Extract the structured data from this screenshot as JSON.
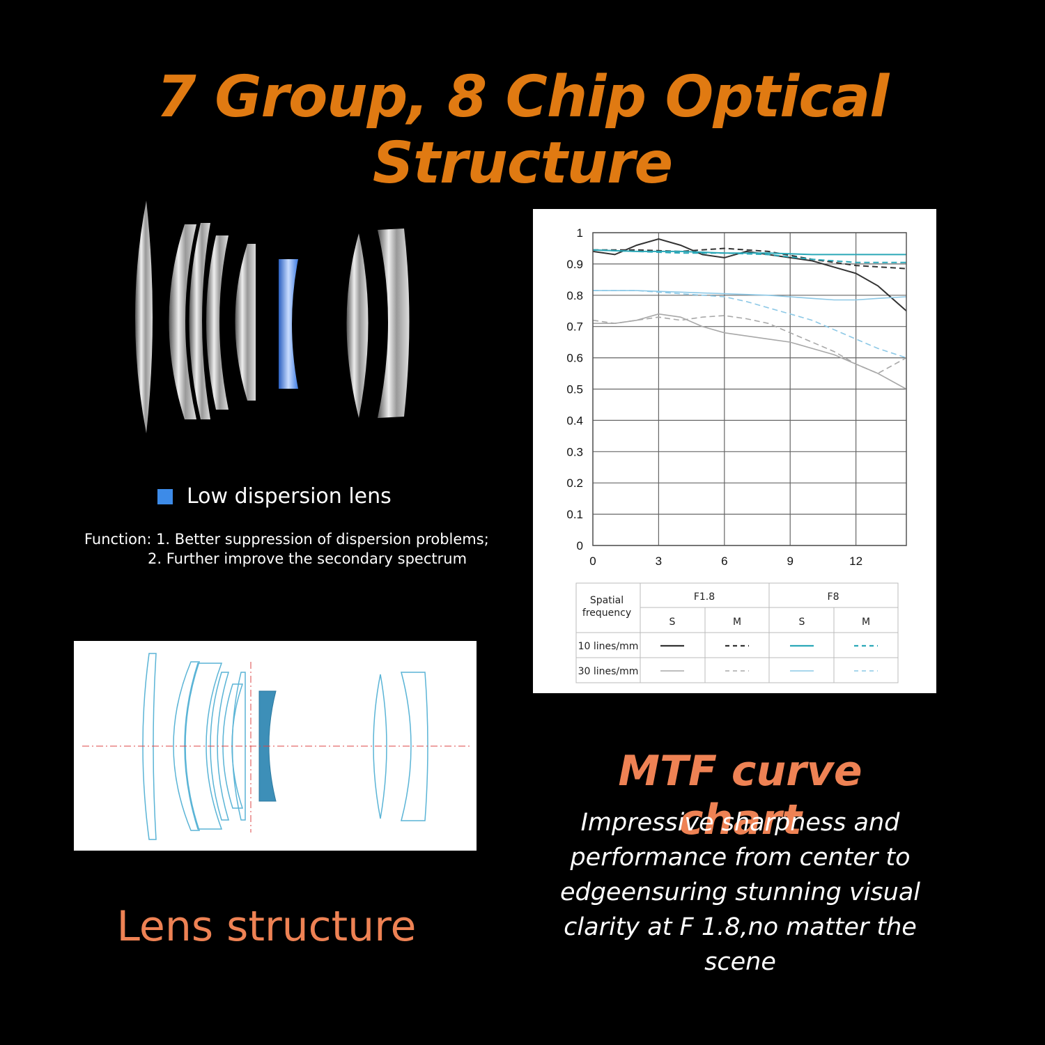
{
  "header": {
    "title": "7 Group, 8 Chip Optical Structure"
  },
  "legend": {
    "label": "Low dispersion lens",
    "swatch_color": "#3d8be8"
  },
  "function_note": {
    "line1": "Function: 1. Better suppression of dispersion problems;",
    "line2": "2. Further improve the secondary spectrum"
  },
  "lens_section": {
    "title": "Lens structure"
  },
  "mtf_section": {
    "title": "MTF curve chart",
    "description": "Impressive sharpness and performance from center to edgeensuring stunning visual clarity at F 1.8,no matter the scene"
  },
  "mtf_table": {
    "col_header": "Spatial frequency",
    "groups": [
      "F1.8",
      "F8"
    ],
    "subheaders": [
      "S",
      "M",
      "S",
      "M"
    ],
    "rows": [
      "10 lines/mm",
      "30 lines/mm"
    ]
  },
  "chart_data": {
    "type": "line",
    "xlim": [
      0,
      14.3
    ],
    "ylim": [
      0,
      1
    ],
    "x_ticks": [
      0,
      3,
      6,
      9,
      12
    ],
    "y_ticks": [
      0,
      0.1,
      0.2,
      0.3,
      0.4,
      0.5,
      0.6,
      0.7,
      0.8,
      0.9,
      1
    ],
    "grid": true,
    "series": [
      {
        "aperture": "F1.8",
        "frequency": "10 lines/mm",
        "orientation": "S",
        "color": "#333333",
        "dash": false,
        "x": [
          0,
          1,
          2,
          3,
          4,
          5,
          6,
          7,
          8,
          9,
          10,
          11,
          12,
          13,
          14.3
        ],
        "y": [
          0.94,
          0.93,
          0.96,
          0.98,
          0.96,
          0.93,
          0.92,
          0.94,
          0.93,
          0.92,
          0.91,
          0.89,
          0.87,
          0.83,
          0.75
        ]
      },
      {
        "aperture": "F1.8",
        "frequency": "10 lines/mm",
        "orientation": "M",
        "color": "#333333",
        "dash": true,
        "x": [
          0,
          2,
          4,
          6,
          8,
          10,
          12,
          14.3
        ],
        "y": [
          0.945,
          0.945,
          0.94,
          0.95,
          0.94,
          0.915,
          0.895,
          0.885
        ]
      },
      {
        "aperture": "F8",
        "frequency": "10 lines/mm",
        "orientation": "S",
        "color": "#2ba8b8",
        "dash": false,
        "x": [
          0,
          2,
          4,
          6,
          8,
          10,
          12,
          14.3
        ],
        "y": [
          0.945,
          0.94,
          0.94,
          0.935,
          0.935,
          0.93,
          0.93,
          0.93
        ]
      },
      {
        "aperture": "F8",
        "frequency": "10 lines/mm",
        "orientation": "M",
        "color": "#2ba8b8",
        "dash": true,
        "x": [
          0,
          2,
          4,
          6,
          8,
          10,
          12,
          14.3
        ],
        "y": [
          0.945,
          0.94,
          0.935,
          0.935,
          0.93,
          0.915,
          0.905,
          0.905
        ]
      },
      {
        "aperture": "F1.8",
        "frequency": "30 lines/mm",
        "orientation": "S",
        "color": "#a8a8a8",
        "dash": false,
        "x": [
          0,
          1,
          2,
          3,
          4,
          5,
          6,
          7,
          8,
          9,
          10,
          11,
          12,
          13,
          14.3
        ],
        "y": [
          0.71,
          0.71,
          0.72,
          0.74,
          0.73,
          0.7,
          0.68,
          0.67,
          0.66,
          0.65,
          0.63,
          0.61,
          0.58,
          0.55,
          0.5
        ]
      },
      {
        "aperture": "F1.8",
        "frequency": "30 lines/mm",
        "orientation": "M",
        "color": "#a8a8a8",
        "dash": true,
        "x": [
          0,
          1,
          2,
          3,
          4,
          5,
          6,
          7,
          8,
          9,
          10,
          11,
          12,
          13,
          14.3
        ],
        "y": [
          0.72,
          0.71,
          0.72,
          0.73,
          0.72,
          0.73,
          0.735,
          0.725,
          0.71,
          0.68,
          0.65,
          0.62,
          0.58,
          0.55,
          0.6
        ]
      },
      {
        "aperture": "F8",
        "frequency": "30 lines/mm",
        "orientation": "S",
        "color": "#8cc8e6",
        "dash": false,
        "x": [
          0,
          2,
          4,
          6,
          8,
          10,
          11,
          12,
          13,
          14.3
        ],
        "y": [
          0.815,
          0.815,
          0.81,
          0.805,
          0.8,
          0.79,
          0.785,
          0.785,
          0.79,
          0.795
        ]
      },
      {
        "aperture": "F8",
        "frequency": "30 lines/mm",
        "orientation": "M",
        "color": "#8cc8e6",
        "dash": true,
        "x": [
          0,
          2,
          4,
          6,
          7,
          8,
          9,
          10,
          11,
          12,
          13,
          14.3
        ],
        "y": [
          0.815,
          0.815,
          0.805,
          0.795,
          0.78,
          0.76,
          0.74,
          0.72,
          0.69,
          0.66,
          0.63,
          0.6
        ]
      }
    ]
  }
}
